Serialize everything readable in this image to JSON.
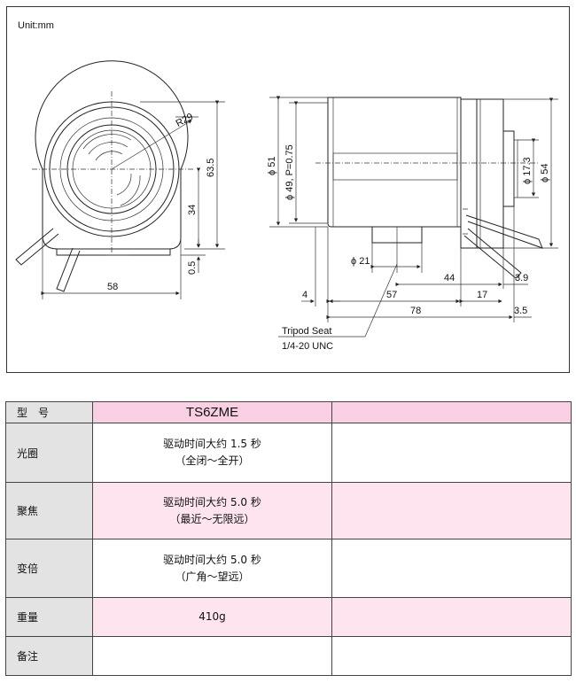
{
  "drawing": {
    "unit_label": "Unit:mm",
    "front_view": {
      "radius_label": "R29",
      "height_label": "63.5",
      "center_height_label": "34",
      "offset_label": "0.5",
      "width_label": "58"
    },
    "side_view": {
      "outer_diameter_label": "ϕ 51",
      "thread_label": "ϕ 49, P=0.75",
      "mount_diameter_label": "ϕ 17.3",
      "rear_diameter_label": "ϕ 54",
      "seat_diameter_label": "ϕ 21",
      "dim_44": "44",
      "dim_3_9": "3.9",
      "dim_4": "4",
      "dim_57": "57",
      "dim_17": "17",
      "dim_78": "78",
      "dim_3_5": "3.5",
      "tripod_label": "Tripod Seat",
      "tripod_thread": "1/4-20 UNC"
    }
  },
  "spec_table": {
    "model": {
      "label": "型　号",
      "value": "TS6ZME",
      "extra": ""
    },
    "rows": [
      {
        "label": "光圈",
        "line1": "驱动时间大约 1.5 秒",
        "line2": "（全闭〜全开）",
        "extra": ""
      },
      {
        "label": "聚焦",
        "line1": "驱动时间大约 5.0 秒",
        "line2": "（最近〜无限远）",
        "extra": ""
      },
      {
        "label": "变倍",
        "line1": "驱动时间大约 5.0 秒",
        "line2": "（广角〜望远）",
        "extra": ""
      },
      {
        "label": "重量",
        "line1": "410g",
        "line2": "",
        "extra": ""
      },
      {
        "label": "备注",
        "line1": "",
        "line2": "",
        "extra": ""
      }
    ]
  }
}
